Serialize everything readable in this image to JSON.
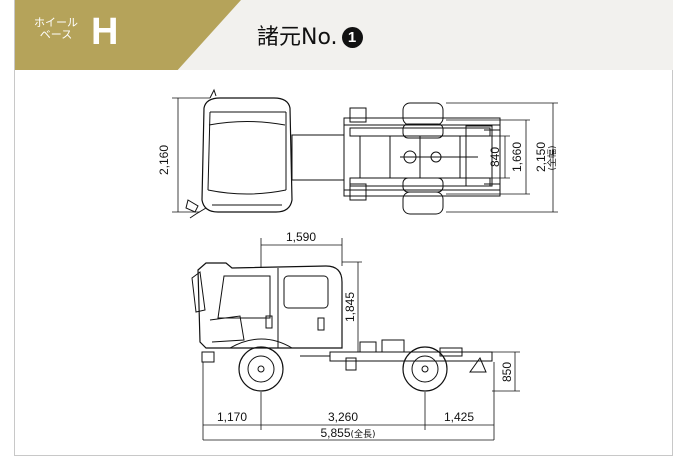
{
  "header": {
    "badge_line1": "ホイール",
    "badge_line2": "ベース",
    "badge_letter": "H",
    "title_text": "諸元No.",
    "title_number": "1"
  },
  "dimensions": {
    "width_cab": "2,160",
    "rear_track": "840",
    "front_track": "1,660",
    "overall_width": "2,150",
    "overall_width_note": "(全幅)",
    "cab_length": "1,590",
    "cab_height": "1,845",
    "frame_height": "850",
    "front_overhang": "1,170",
    "wheelbase": "3,260",
    "rear_overhang": "1,425",
    "overall_length": "5,855",
    "overall_length_note": "(全長)"
  }
}
